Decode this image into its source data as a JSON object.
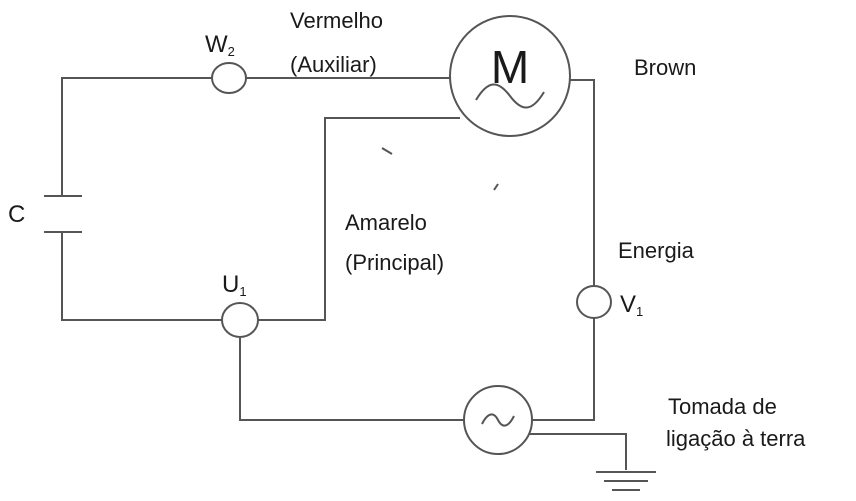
{
  "diagram": {
    "motor": {
      "letter": "M"
    },
    "terminals": {
      "w2": {
        "main": "W",
        "sub": "2"
      },
      "u1": {
        "main": "U",
        "sub": "1"
      },
      "v1": {
        "main": "V",
        "sub": "1"
      }
    },
    "capacitor": {
      "label": "C"
    },
    "labels": {
      "auxiliary_line1": "Vermelho",
      "auxiliary_line2": "(Auxiliar)",
      "main_line1": "Amarelo",
      "main_line2": "(Principal)",
      "brown": "Brown",
      "energy": "Energia",
      "outlet_line1": "Tomada de",
      "outlet_line2": "ligação à terra"
    }
  }
}
